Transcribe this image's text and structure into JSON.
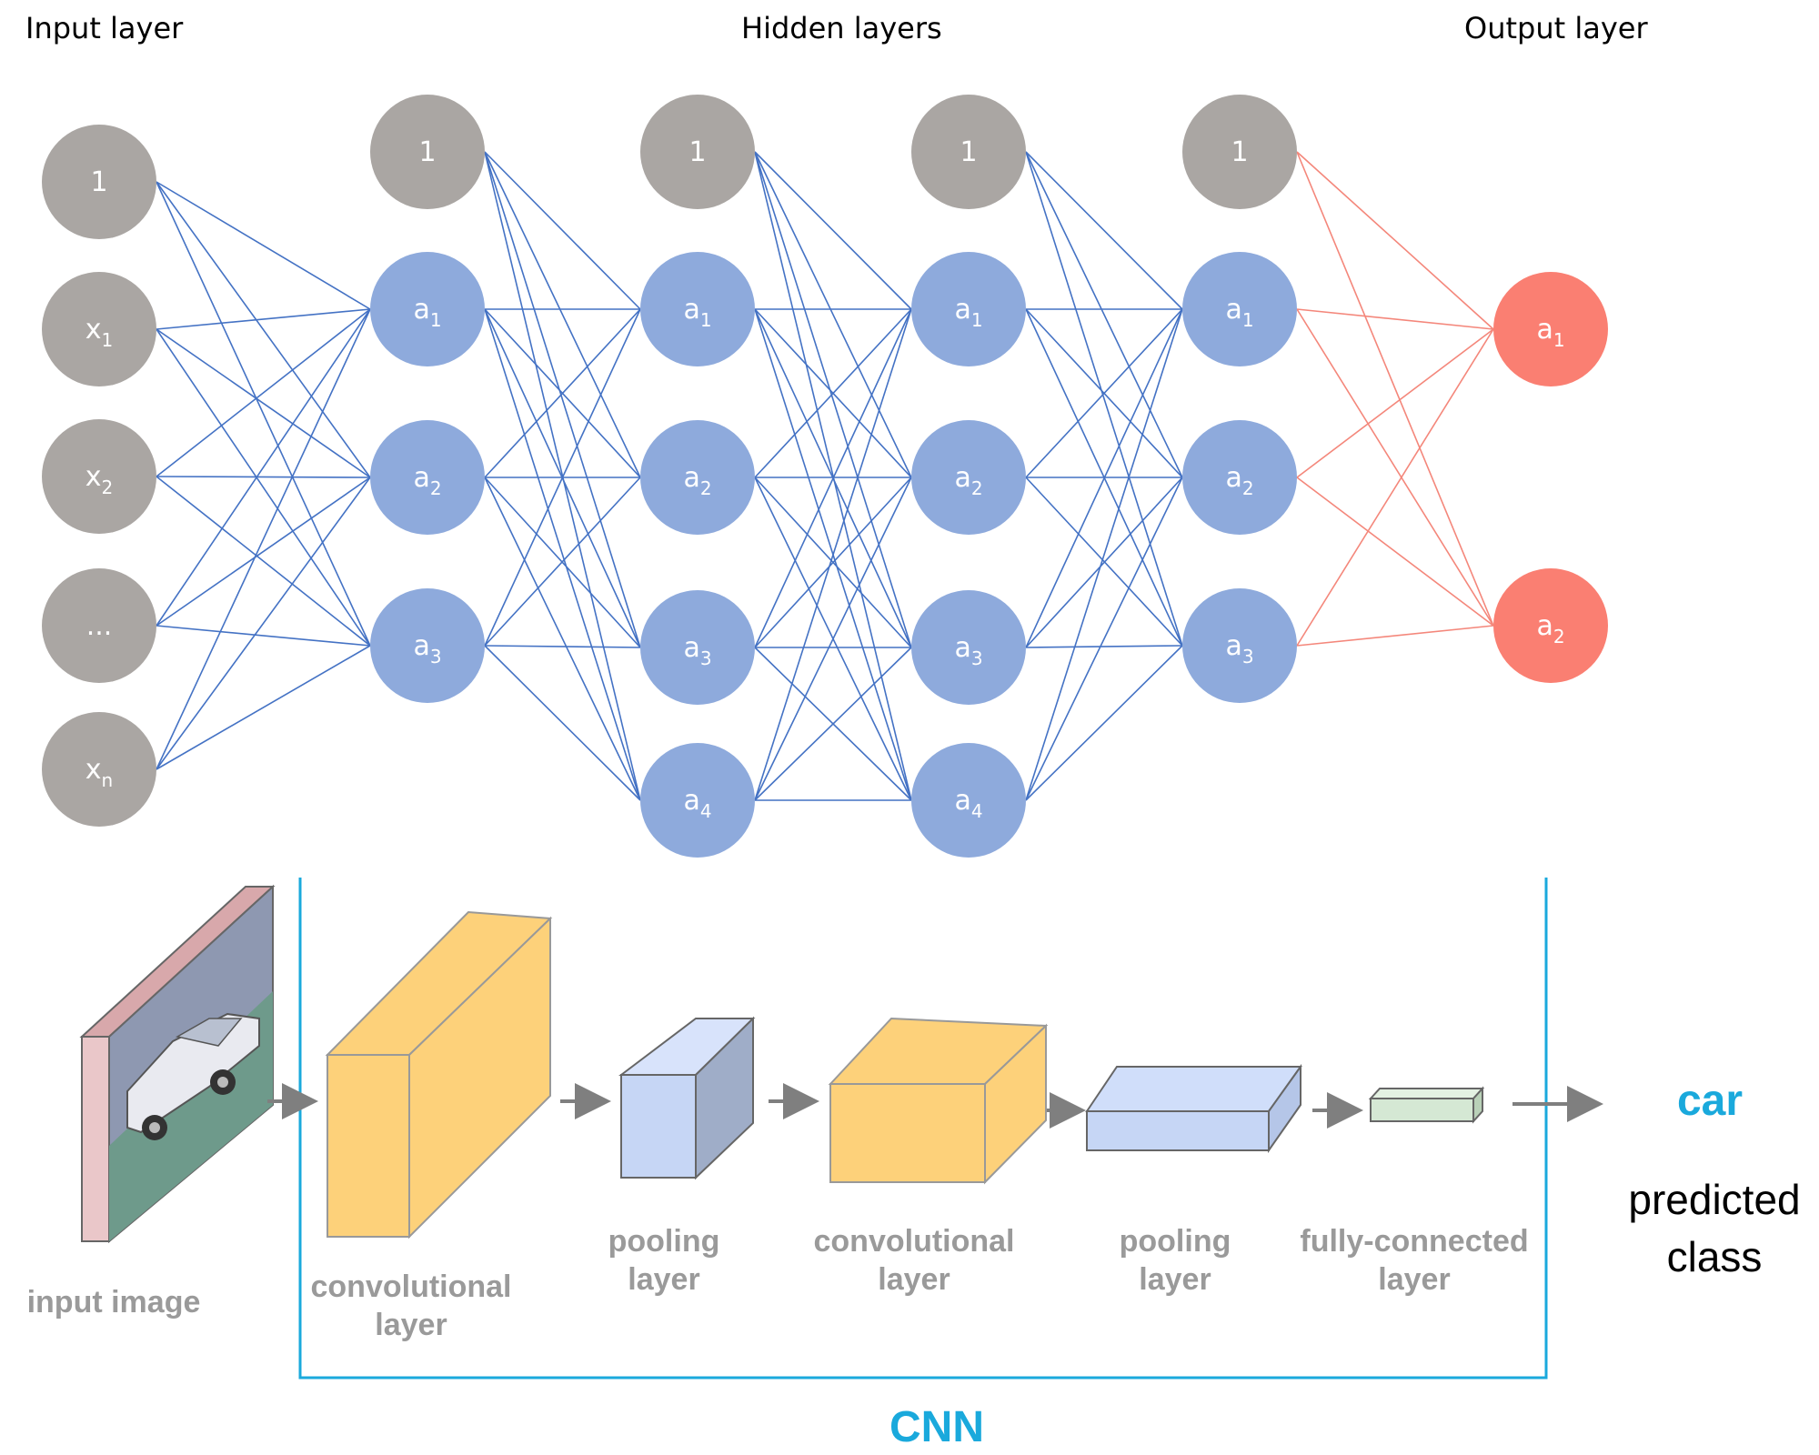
{
  "titles": {
    "input": "Input layer",
    "hidden": "Hidden layers",
    "output": "Output layer"
  },
  "network": {
    "layers": [
      {
        "role": "input",
        "nodes": [
          {
            "label": "1",
            "sub": ""
          },
          {
            "label": "x",
            "sub": "1"
          },
          {
            "label": "x",
            "sub": "2"
          },
          {
            "label": "...",
            "sub": ""
          },
          {
            "label": "x",
            "sub": "n"
          }
        ]
      },
      {
        "role": "hidden",
        "nodes": [
          {
            "label": "1",
            "sub": ""
          },
          {
            "label": "a",
            "sub": "1"
          },
          {
            "label": "a",
            "sub": "2"
          },
          {
            "label": "a",
            "sub": "3"
          }
        ]
      },
      {
        "role": "hidden",
        "nodes": [
          {
            "label": "1",
            "sub": ""
          },
          {
            "label": "a",
            "sub": "1"
          },
          {
            "label": "a",
            "sub": "2"
          },
          {
            "label": "a",
            "sub": "3"
          },
          {
            "label": "a",
            "sub": "4"
          }
        ]
      },
      {
        "role": "hidden",
        "nodes": [
          {
            "label": "1",
            "sub": ""
          },
          {
            "label": "a",
            "sub": "1"
          },
          {
            "label": "a",
            "sub": "2"
          },
          {
            "label": "a",
            "sub": "3"
          },
          {
            "label": "a",
            "sub": "4"
          }
        ]
      },
      {
        "role": "hidden",
        "nodes": [
          {
            "label": "1",
            "sub": ""
          },
          {
            "label": "a",
            "sub": "1"
          },
          {
            "label": "a",
            "sub": "2"
          },
          {
            "label": "a",
            "sub": "3"
          }
        ]
      },
      {
        "role": "output",
        "nodes": [
          {
            "label": "a",
            "sub": "1"
          },
          {
            "label": "a",
            "sub": "2"
          }
        ]
      }
    ],
    "colors": {
      "bias_node": "#aaa6a3",
      "hidden_node": "#8eaadc",
      "output_node": "#fa7f72",
      "hidden_edge": "#4472c4",
      "output_edge": "#f4877b"
    }
  },
  "cnn": {
    "input_image_label": "input image",
    "stages": [
      {
        "label_lines": [
          "convolutional",
          "layer"
        ],
        "kind": "conv"
      },
      {
        "label_lines": [
          "pooling",
          "layer"
        ],
        "kind": "pool"
      },
      {
        "label_lines": [
          "convolutional",
          "layer"
        ],
        "kind": "conv"
      },
      {
        "label_lines": [
          "pooling",
          "layer"
        ],
        "kind": "pool"
      },
      {
        "label_lines": [
          "fully-connected",
          "layer"
        ],
        "kind": "fc"
      }
    ],
    "bracket_label": "CNN",
    "predicted_value": "car",
    "predicted_caption_lines": [
      "predicted",
      "class"
    ],
    "colors": {
      "bracket": "#1aa9dc",
      "conv_fill": "#fdd17a",
      "pool_fill": "#c6d6f5",
      "fc_fill": "#d5e8d4",
      "arrow": "#7f7f7f"
    }
  }
}
